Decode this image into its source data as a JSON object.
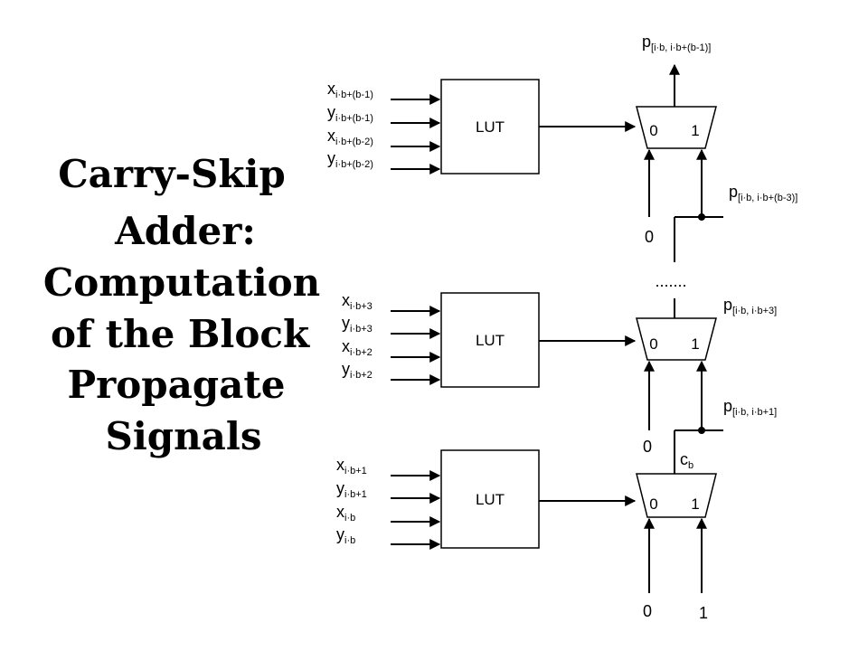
{
  "title_lines": [
    "Carry-Skip",
    "Adder:",
    "Computation",
    "of the Block",
    "Propagate",
    "Signals"
  ],
  "lut_label": "LUT",
  "mux_in0": "0",
  "mux_in1": "1",
  "const0": "0",
  "const1": "1",
  "ellipsis": ".......",
  "carry_label": {
    "base": "c",
    "sub": "b"
  },
  "inputs_top": [
    {
      "base": "x",
      "sub": "i·b+(b-1)"
    },
    {
      "base": "y",
      "sub": "i·b+(b-1)"
    },
    {
      "base": "x",
      "sub": "i·b+(b-2)"
    },
    {
      "base": "y",
      "sub": "i·b+(b-2)"
    }
  ],
  "inputs_mid": [
    {
      "base": "x",
      "sub": "i·b+3"
    },
    {
      "base": "y",
      "sub": "i·b+3"
    },
    {
      "base": "x",
      "sub": "i·b+2"
    },
    {
      "base": "y",
      "sub": "i·b+2"
    }
  ],
  "inputs_bot": [
    {
      "base": "x",
      "sub": "i·b+1"
    },
    {
      "base": "y",
      "sub": "i·b+1"
    },
    {
      "base": "x",
      "sub": "i·b"
    },
    {
      "base": "y",
      "sub": "i·b"
    }
  ],
  "p_out_top": {
    "base": "p",
    "sub": "[i·b, i·b+(b-1)]"
  },
  "p_top_feed": {
    "base": "p",
    "sub": "[i·b, i·b+(b-3)]"
  },
  "p_mid_out": {
    "base": "p",
    "sub": "[i·b, i·b+3]"
  },
  "p_bot_out": {
    "base": "p",
    "sub": "[i·b, i·b+1]"
  }
}
